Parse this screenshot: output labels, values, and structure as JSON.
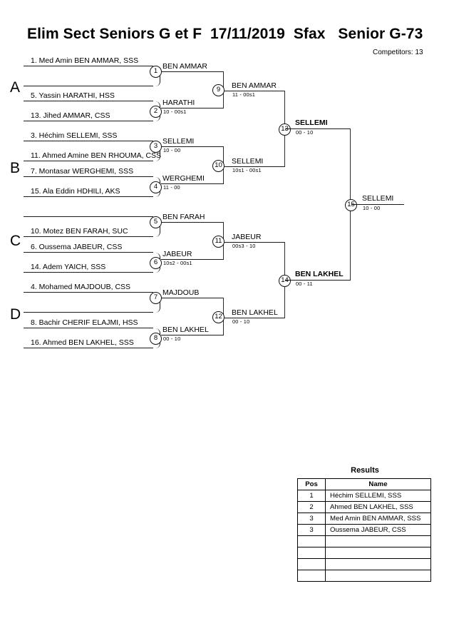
{
  "header": {
    "title": "Elim Sect Seniors G et F  17/11/2019  Sfax   Senior G-73",
    "competitors": "Competitors: 13"
  },
  "sections": [
    {
      "label": "A"
    },
    {
      "label": "B"
    },
    {
      "label": "C"
    },
    {
      "label": "D"
    }
  ],
  "entries": [
    {
      "id": "e1",
      "text": "1. Med Amin BEN AMMAR, SSS"
    },
    {
      "id": "e2",
      "text": ""
    },
    {
      "id": "e3",
      "text": "5. Yassin HARATHI, HSS"
    },
    {
      "id": "e4",
      "text": "13. Jihed AMMAR, CSS"
    },
    {
      "id": "e5",
      "text": "3. Héchim SELLEMI, SSS"
    },
    {
      "id": "e6",
      "text": "11. Ahmed Amine BEN RHOUMA, CSS"
    },
    {
      "id": "e7",
      "text": "7. Montasar WERGHEMI, SSS"
    },
    {
      "id": "e8",
      "text": "15. Ala Eddin HDHILI, AKS"
    },
    {
      "id": "e9",
      "text": ""
    },
    {
      "id": "e10",
      "text": "10. Motez BEN FARAH, SUC"
    },
    {
      "id": "e11",
      "text": "6. Oussema JABEUR, CSS"
    },
    {
      "id": "e12",
      "text": "14. Adem YAICH, SSS"
    },
    {
      "id": "e13",
      "text": "4. Mohamed MAJDOUB, CSS"
    },
    {
      "id": "e14",
      "text": ""
    },
    {
      "id": "e15",
      "text": "8. Bachir CHERIF ELAJMI, HSS"
    },
    {
      "id": "e16",
      "text": "16. Ahmed BEN LAKHEL, SSS"
    }
  ],
  "matches": [
    {
      "num": "1",
      "winner": "BEN AMMAR",
      "score": "",
      "bold": false
    },
    {
      "num": "2",
      "winner": "HARATHI",
      "score": "10 - 00s1",
      "bold": false
    },
    {
      "num": "3",
      "winner": "SELLEMI",
      "score": "10 - 00",
      "bold": false
    },
    {
      "num": "4",
      "winner": "WERGHEMI",
      "score": "11 - 00",
      "bold": false
    },
    {
      "num": "5",
      "winner": "BEN FARAH",
      "score": "",
      "bold": false
    },
    {
      "num": "6",
      "winner": "JABEUR",
      "score": "10s2 - 00s1",
      "bold": false
    },
    {
      "num": "7",
      "winner": "MAJDOUB",
      "score": "",
      "bold": false
    },
    {
      "num": "8",
      "winner": "BEN LAKHEL",
      "score": "00 - 10",
      "bold": false
    },
    {
      "num": "9",
      "winner": "BEN AMMAR",
      "score": "11 - 00s1",
      "bold": false
    },
    {
      "num": "10",
      "winner": "SELLEMI",
      "score": "10s1 - 00s1",
      "bold": false
    },
    {
      "num": "11",
      "winner": "JABEUR",
      "score": "00s3 - 10",
      "bold": false
    },
    {
      "num": "12",
      "winner": "BEN LAKHEL",
      "score": "00 - 10",
      "bold": false
    },
    {
      "num": "13",
      "winner": "SELLEMI",
      "score": "00 - 10",
      "bold": true
    },
    {
      "num": "14",
      "winner": "BEN LAKHEL",
      "score": "00 - 11",
      "bold": true
    },
    {
      "num": "15",
      "winner": "SELLEMI",
      "score": "10 - 00",
      "bold": false
    }
  ],
  "results": {
    "title": "Results",
    "columns": [
      "Pos",
      "Name"
    ],
    "rows": [
      {
        "pos": "1",
        "name": "Héchim SELLEMI, SSS"
      },
      {
        "pos": "2",
        "name": "Ahmed BEN LAKHEL, SSS"
      },
      {
        "pos": "3",
        "name": "Med Amin BEN AMMAR, SSS"
      },
      {
        "pos": "3",
        "name": "Oussema JABEUR, CSS"
      },
      {
        "pos": "",
        "name": ""
      },
      {
        "pos": "",
        "name": ""
      },
      {
        "pos": "",
        "name": ""
      },
      {
        "pos": "",
        "name": ""
      }
    ]
  }
}
